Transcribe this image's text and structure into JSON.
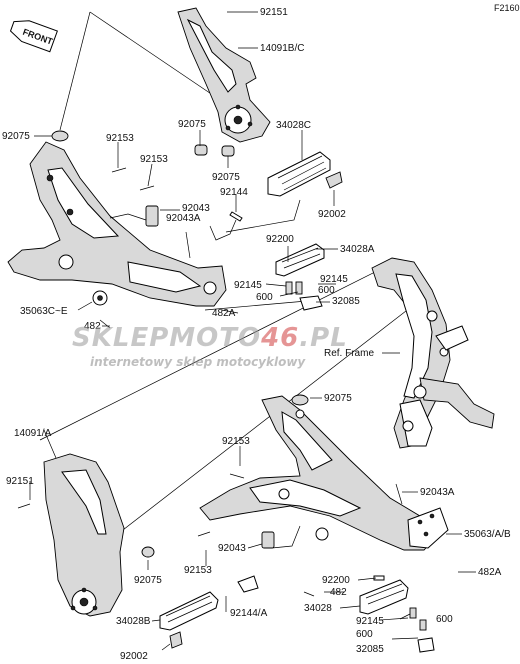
{
  "diagram_code": "F2160",
  "front_marker": "FRONT",
  "watermark": {
    "brand_prefix": "SKLEP",
    "brand_mid": "MOTO",
    "brand_num": "46",
    "brand_tld": ".PL",
    "tagline": "internetowy sklep motocyklowy"
  },
  "reference_label": "Ref. Frame",
  "callouts": [
    "92151",
    "14091B/C",
    "92075",
    "92153",
    "92075",
    "92153",
    "34028C",
    "92075",
    "92144",
    "92043",
    "92043A",
    "92002",
    "92200",
    "34028A",
    "92145",
    "92145",
    "600",
    "600",
    "32085",
    "35063C~E",
    "482",
    "482A",
    "92075",
    "14091/A",
    "92153",
    "92043A",
    "92151",
    "35063/A/B",
    "92043",
    "92153",
    "92075",
    "482A",
    "92200",
    "482",
    "34028",
    "92145",
    "600",
    "600",
    "32085",
    "34028B",
    "92144/A",
    "92002"
  ]
}
